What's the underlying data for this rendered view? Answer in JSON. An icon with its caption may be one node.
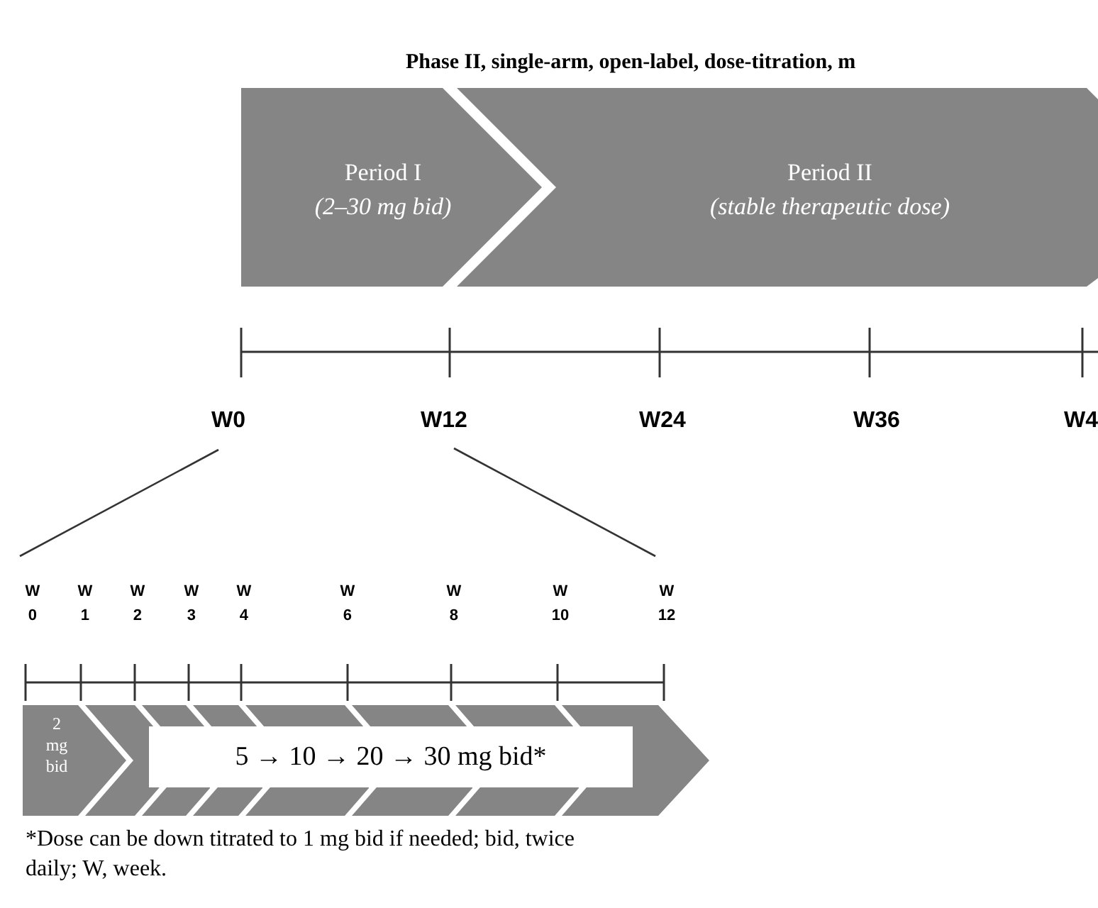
{
  "diagram": {
    "title": "Phase II, single-arm, open-label, dose-titration, m",
    "nodes": [
      {
        "text": [
          "Period I",
          "(2–30 mg bid)"
        ]
      },
      {
        "text": [
          "Period II",
          "(stable therapeutic dose)"
        ]
      },
      {
        "text": [
          "2 mg bid"
        ]
      },
      {
        "text": [],
        "shape": "chevron"
      },
      {
        "text": [],
        "shape": "parallelogram"
      },
      {
        "text": [],
        "shape": "parallelogram"
      },
      {
        "text": [],
        "shape": "parallelogram"
      },
      {
        "text": [],
        "shape": "parallelogram"
      },
      {
        "text": [],
        "shape": "parallelogram"
      },
      {
        "text": [],
        "shape": "parallelogram"
      },
      {
        "text": [],
        "shape": "parallelogram"
      },
      {
        "text": [],
        "shape": "parallelogram"
      },
      {
        "text": [],
        "shape": "parallelogram"
      },
      {
        "text": [],
        "shape": "parallelogram"
      },
      {
        "text": [],
        "shape": "chevron"
      },
      {
        "text": [
          "5 → 10 → 20 → 30 mg bid*"
        ]
      }
    ],
    "labels": [
      "W0",
      "W12",
      "W24",
      "W36",
      "W4",
      "W 0",
      "W 1",
      "W 2",
      "W 3",
      "W 4",
      "W 6",
      "W 8",
      "W 10",
      "W 12"
    ],
    "caption": "*Dose can be down titrated to 1 mg bid if needed; bid, twice daily; W, week."
  }
}
